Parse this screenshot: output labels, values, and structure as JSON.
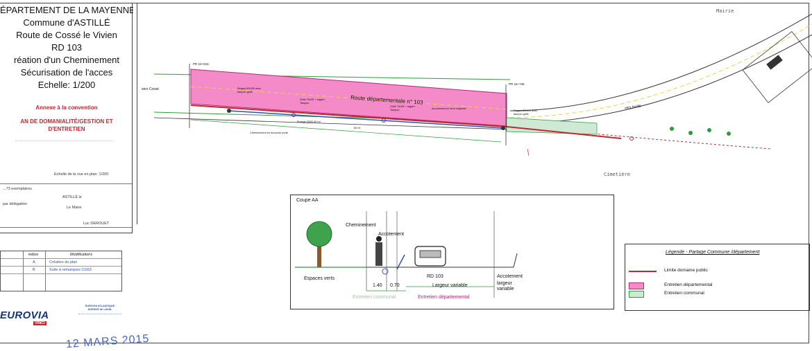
{
  "cartouche": {
    "lines": [
      "ÉPARTEMENT DE LA MAYENNE",
      "Commune d'ASTILLÉ",
      "Route de Cossé le Vivien",
      "RD 103",
      "réation d'un Cheminement",
      "Sécurisation de l'acces",
      "Echelle: 1/200"
    ],
    "annex": "Annexe à la convention",
    "plan_title": [
      "AN DE DOMANIALITÉ/GESTION ET",
      "D'ENTRETIEN"
    ],
    "scale_note": "Echelle de la vue en plan: 1/200",
    "info_left": "...73 exemplaires",
    "info_mid": "ASTILLÉ le",
    "info_left2": "par délégation",
    "info_mid2": "Le Maire",
    "info_name": "Luc DEROUET"
  },
  "modifications": {
    "headers": [
      "indice",
      "Modifications"
    ],
    "rows": [
      {
        "indice": "A",
        "text": "Création du plan"
      },
      {
        "indice": "B",
        "text": "Suite à remarques CG53"
      }
    ]
  },
  "company": {
    "logo": "EUROVIA",
    "logo_sub": "VINCI",
    "agency": [
      "EUROVIA ATLANTIQUE",
      "AGENCE de LAVAL"
    ]
  },
  "stamp": "12 MARS 2015",
  "plan": {
    "mairie": "Mairie",
    "cimetiere": "Cimetière",
    "vers_cosse": "vers Cossé",
    "vers_astille": "vers Astillé",
    "pr_left": "PR 22+816",
    "pr_right": "PR 22+736",
    "road_label": "Route départementale n° 103",
    "regard_left": "Regard Ø1000 avec tampon grille",
    "regard_right": "Regard Ø1000 avec tampon grille",
    "grille_left": "Grille 75x35 + regard Tampon",
    "grille_right": "Grille 75x35 + regard Tampon",
    "accotement": "Accotement en terre végétale",
    "buse": "Busage Ø300 80 ml",
    "cheminement": "Cheminement en bicouche porte",
    "length": "80 ml"
  },
  "section": {
    "title": "Coupe AA",
    "cheminement": "Cheminement",
    "accotement_left": "Accotement",
    "rd": "RD 103",
    "accotement_right": "Accotement",
    "espaces_verts": "Espaces verts",
    "dim1": "1.40",
    "dim2": "0.70",
    "largeur": "Largeur variable",
    "largeur_right": "largeur variable",
    "ent_communal": "Entretien communal",
    "ent_departemental": "Entretien départemental"
  },
  "legend": {
    "title": "Légende - Partage Commune /département",
    "items": [
      {
        "label": "Limite domaine public",
        "color": "#c2262e"
      },
      {
        "label": "Entretien départemental",
        "color": "#f58ac8"
      },
      {
        "label": "Entretien communal",
        "color": "#cfe9d4"
      }
    ]
  }
}
